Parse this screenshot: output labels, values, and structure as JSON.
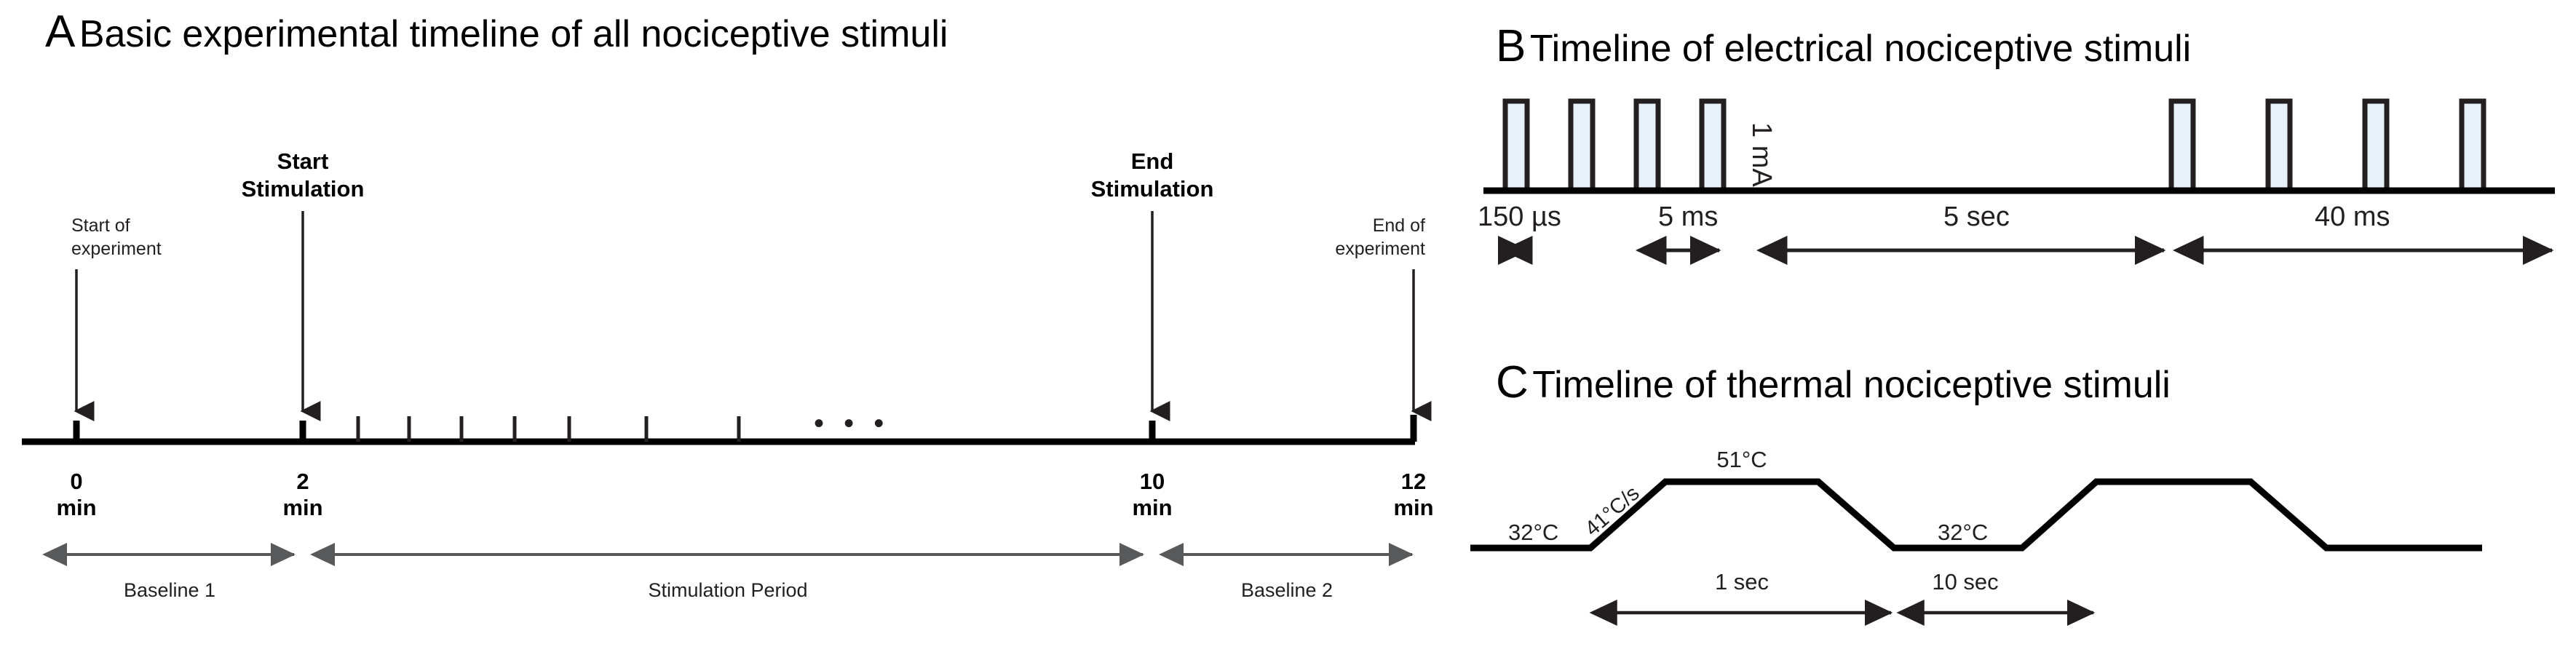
{
  "figure": {
    "background": "#ffffff",
    "ink": "#000000",
    "pulse_fill": "#e8f1fa",
    "pulse_stroke": "#231f20",
    "arrow_color": "#58595b"
  },
  "panels": {
    "A": {
      "letter": "A",
      "title": "Basic experimental timeline of all nociceptive stimuli",
      "callouts": [
        {
          "id": "start-of-experiment",
          "text_lines": [
            "Start of",
            "experiment"
          ],
          "bold": false,
          "at_min": 0
        },
        {
          "id": "start-stimulation",
          "text_lines": [
            "Start",
            "Stimulation"
          ],
          "bold": true,
          "at_min": 2
        },
        {
          "id": "end-stimulation",
          "text_lines": [
            "End",
            "Stimulation"
          ],
          "bold": true,
          "at_min": 10
        },
        {
          "id": "end-of-experiment",
          "text_lines": [
            "End of",
            "experiment"
          ],
          "bold": false,
          "at_min": 12
        }
      ],
      "axis_ticks": [
        {
          "value": "0",
          "unit": "min"
        },
        {
          "value": "2",
          "unit": "min"
        },
        {
          "value": "10",
          "unit": "min"
        },
        {
          "value": "12",
          "unit": "min"
        }
      ],
      "ellipsis": "• • •",
      "brackets": [
        {
          "label": "Baseline 1"
        },
        {
          "label": "Stimulation Period"
        },
        {
          "label": "Baseline 2"
        }
      ],
      "stim_tick_count": 9
    },
    "B": {
      "letter": "B",
      "title": "Timeline of electrical nociceptive stimuli",
      "amplitude_label": "1 mA",
      "measures": [
        {
          "id": "pulse-width",
          "label": "150 µs"
        },
        {
          "id": "inter-pulse-interval",
          "label": "5 ms"
        },
        {
          "id": "inter-train-interval",
          "label": "5 sec"
        },
        {
          "id": "train-duration",
          "label": "40 ms"
        }
      ],
      "pulse_count_left": 4,
      "pulse_count_right": 4
    },
    "C": {
      "letter": "C",
      "title": "Timeline of thermal nociceptive stimuli",
      "baseline_temp": "32°C",
      "baseline_temp_2": "32°C",
      "peak_temp": "51°C",
      "ramp_rate": "41°C/s",
      "measures": [
        {
          "id": "plateau-duration",
          "label": "1 sec"
        },
        {
          "id": "inter-stimulus-interval",
          "label": "10 sec"
        }
      ]
    }
  }
}
